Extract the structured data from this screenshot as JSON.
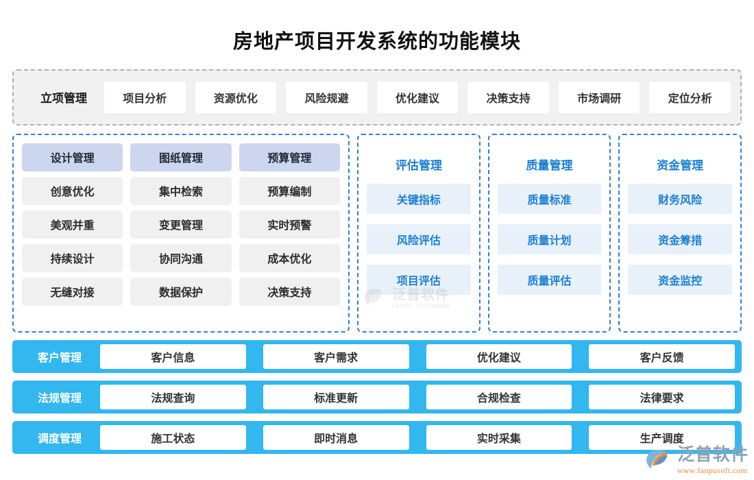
{
  "page": {
    "title": "房地产项目开发系统的功能模块",
    "accent_blue": "#1b7fd4",
    "accent_cyan": "#32b7ef",
    "lavender": "#ccd6ee",
    "gray_chip": "#f0f0f0",
    "blue_chip": "#e8f1fa"
  },
  "top_band": {
    "head": "立项管理",
    "cells": [
      "项目分析",
      "资源优化",
      "风险规避",
      "优化建议",
      "决策支持",
      "市场调研",
      "定位分析"
    ]
  },
  "panels": [
    {
      "id": "panel-left",
      "type": "columns",
      "columns": [
        {
          "header": "设计管理",
          "items": [
            "创意优化",
            "美观并重",
            "持续设计",
            "无缝对接"
          ]
        },
        {
          "header": "图纸管理",
          "items": [
            "集中检索",
            "变更管理",
            "协同沟通",
            "数据保护"
          ]
        },
        {
          "header": "预算管理",
          "items": [
            "预算编制",
            "实时预警",
            "成本优化",
            "决策支持"
          ]
        }
      ]
    },
    {
      "id": "panel-assessment",
      "type": "stack",
      "header": "评估管理",
      "items": [
        "关键指标",
        "风险评估",
        "项目评估"
      ]
    },
    {
      "id": "panel-quality",
      "type": "stack",
      "header": "质量管理",
      "items": [
        "质量标准",
        "质量计划",
        "质量评估"
      ]
    },
    {
      "id": "panel-funds",
      "type": "stack",
      "header": "资金管理",
      "items": [
        "财务风险",
        "资金筹措",
        "资金监控"
      ]
    }
  ],
  "bars": [
    {
      "id": "bar-customer",
      "head": "客户管理",
      "cells": [
        "客户信息",
        "客户需求",
        "优化建议",
        "客户反馈"
      ]
    },
    {
      "id": "bar-regulation",
      "head": "法规管理",
      "cells": [
        "法规查询",
        "标准更新",
        "合规检查",
        "法律要求"
      ]
    },
    {
      "id": "bar-dispatch",
      "head": "调度管理",
      "cells": [
        "施工状态",
        "即时消息",
        "实时采集",
        "生产调度"
      ]
    }
  ],
  "watermarks": {
    "center": {
      "cn": "泛普软件",
      "en": "FANPU SOFTWARE"
    },
    "corner": {
      "cn": "泛普软件",
      "en": "www.fanpusoft.com"
    }
  }
}
